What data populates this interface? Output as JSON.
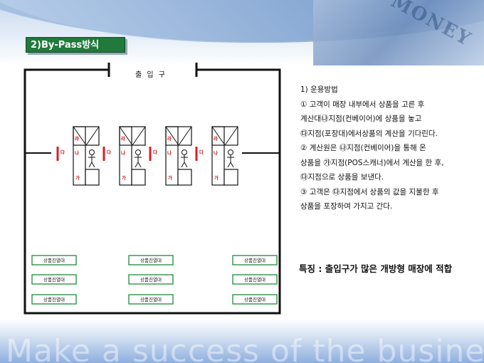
{
  "slide": {
    "title": "2)By-Pass방식",
    "entrance_label": "출 입 구",
    "footer_slogan": "Make a success of the business",
    "header_photo_text": "MONEY"
  },
  "colors": {
    "title_bg": "#1f7a3b",
    "shelf_border": "#1e8a3a",
    "divider_red": "#d71f2a",
    "zone_label": "#c81e1e",
    "header_blue": "#2f5f9f"
  },
  "checkout": {
    "zone_labels": {
      "ra": "라",
      "na": "나",
      "ga": "가",
      "da": "다"
    },
    "units": [
      {
        "id": "unit-1"
      },
      {
        "id": "unit-2"
      },
      {
        "id": "unit-3"
      },
      {
        "id": "unit-4"
      }
    ]
  },
  "shelves": {
    "label": "상품진열대",
    "columns": [
      "left",
      "center",
      "right"
    ],
    "rows": 3
  },
  "notes": {
    "lines": [
      "1) 운용방법",
      "① 고객이 매장 내부에서 상품을 고른 후",
      " 계산대㉯지점(컨베이어)에 상품을 놓고",
      " ㉰지점(포장대)에서상품의 계산을 기다린다.",
      "② 계산원은 ㉯지점(컨베이어)을 통해 온",
      " 상품을 ㉮지점(POS스캐너)에서 계산을 한 후,",
      " ㉰지점으로 상품을 보낸다.",
      "③ 고객은 ㉰지점에서 상품의 값을 지불한 후",
      "    상품을 포장하여 가지고 간다."
    ]
  },
  "feature": "특징 : 출입구가 많은 개방형 매장에 적합"
}
